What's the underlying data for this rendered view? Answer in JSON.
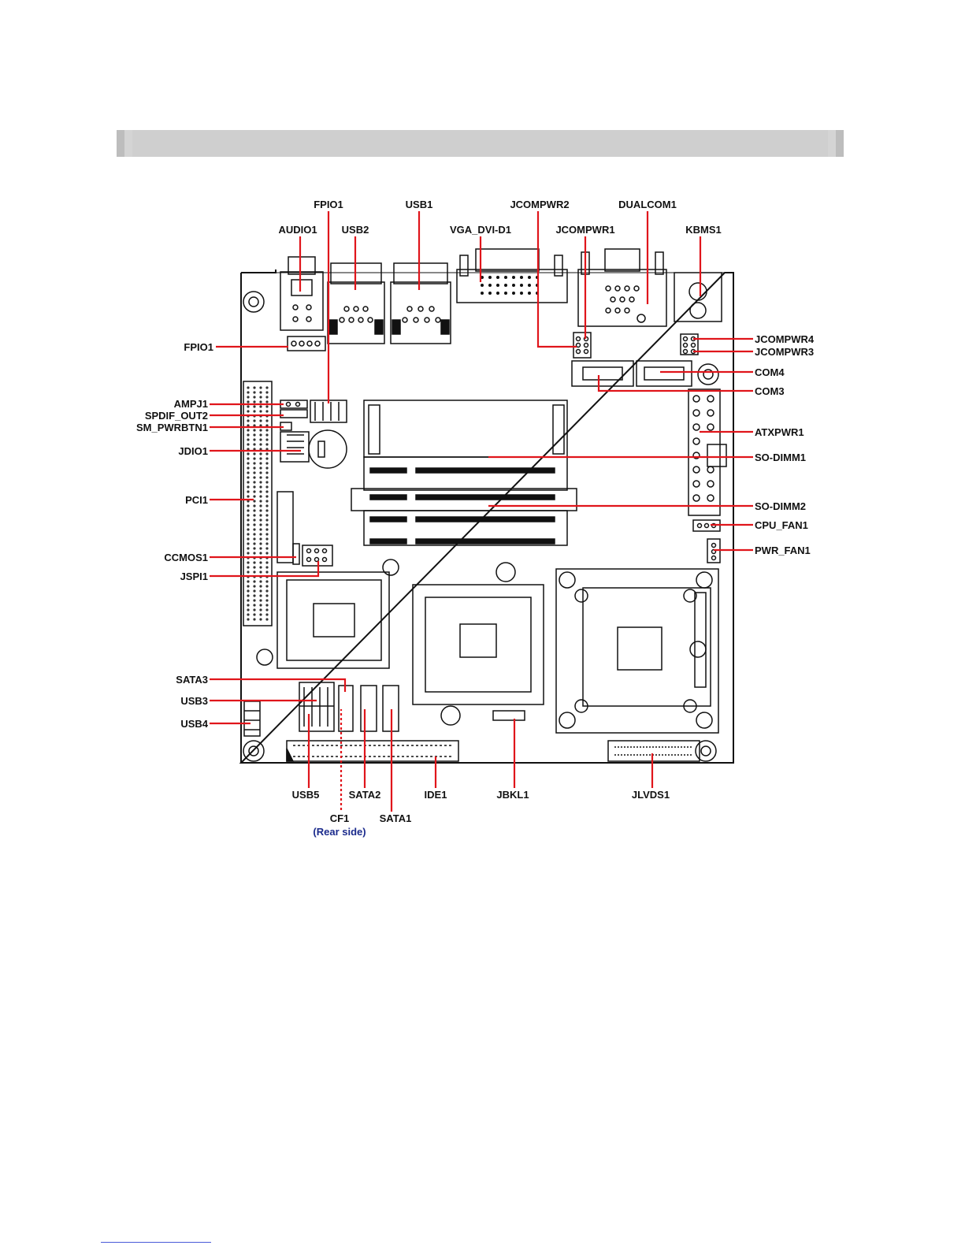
{
  "labels": {
    "fpio1_top": "FPIO1",
    "usb1": "USB1",
    "jcompwr2": "JCOMPWR2",
    "dualcom1": "DUALCOM1",
    "audio1": "AUDIO1",
    "usb2": "USB2",
    "vga_dvi_d1": "VGA_DVI-D1",
    "jcompwr1": "JCOMPWR1",
    "kbms1": "KBMS1",
    "fpio1_left": "FPIO1",
    "jcompwr4": "JCOMPWR4",
    "jcompwr3": "JCOMPWR3",
    "com4": "COM4",
    "com3": "COM3",
    "ampj1": "AMPJ1",
    "spdif_out2": "SPDIF_OUT2",
    "sm_pwrbtn1": "SM_PWRBTN1",
    "jdio1": "JDIO1",
    "atxpwr1": "ATXPWR1",
    "so_dimm1": "SO-DIMM1",
    "pci1": "PCI1",
    "so_dimm2": "SO-DIMM2",
    "cpu_fan1": "CPU_FAN1",
    "ccmos1": "CCMOS1",
    "pwr_fan1": "PWR_FAN1",
    "jspi1": "JSPI1",
    "sata3": "SATA3",
    "usb3": "USB3",
    "usb4": "USB4",
    "usb5": "USB5",
    "sata2": "SATA2",
    "ide1": "IDE1",
    "jbkl1": "JBKL1",
    "jlvds1": "JLVDS1",
    "cf1": "CF1",
    "cf1_note": "(Rear side)",
    "sata1": "SATA1"
  },
  "colors": {
    "leader_line": "#e0151b",
    "outline": "#111111",
    "header_bar": "#d4d4d4",
    "rear_note": "#1a2a8c"
  }
}
